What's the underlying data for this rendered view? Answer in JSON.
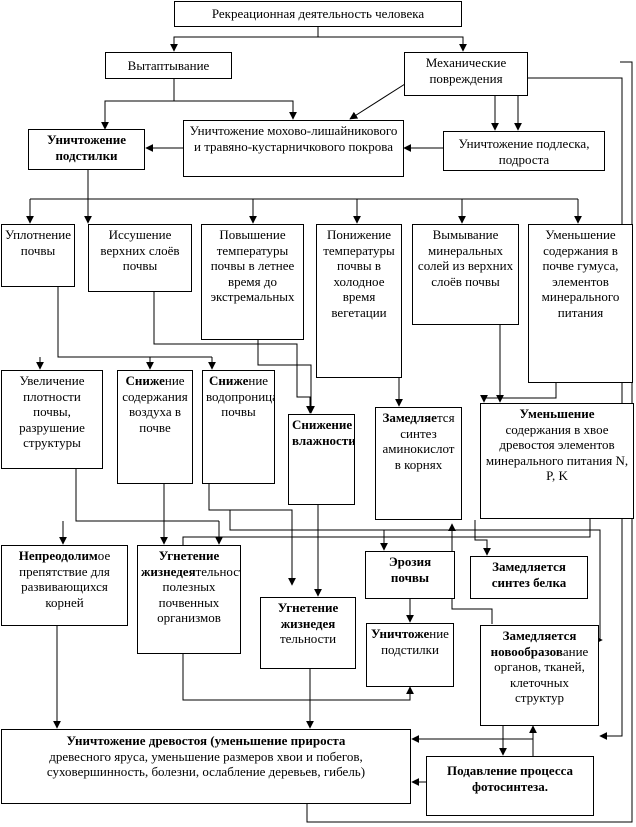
{
  "nodes": {
    "recreation": {
      "text": "Рекреационная деятельность человека"
    },
    "trampling": {
      "text": "Вытаптывание"
    },
    "mechanical": {
      "text": "Механические повреждения"
    },
    "litter_destruction": {
      "text": "Уничтожение подстилки"
    },
    "moss_destruction": {
      "text": "Уничтожение мохово-лишайникового и травяно-кустарничкового покрова"
    },
    "undergrowth_destruction": {
      "text": "Уничтожение подлеска, подроста"
    },
    "compaction": {
      "text": "Уплотнение почвы"
    },
    "drying": {
      "text": "Иссушение верхних слоёв почвы"
    },
    "temp_rise": {
      "text": "Повышение температуры почвы в летнее время до экстремальных"
    },
    "temp_drop": {
      "text": "Понижение температуры почвы в холодное время вегетации"
    },
    "leaching": {
      "text": "Вымывание минеральных солей из верхних слоёв почвы"
    },
    "humus_decrease": {
      "text": "Уменьшение содержания в почве гумуса, элементов минерального питания"
    },
    "density_increase": {
      "text": "Увеличение плотности почвы, разрушение структуры"
    },
    "air_decrease_a": {
      "text": "Сниже"
    },
    "air_decrease_b": {
      "text": "ние содержания воздуха в почве"
    },
    "permeability_a": {
      "text": "Сниже"
    },
    "permeability_b": {
      "text": "ние водопроницаемости почвы"
    },
    "moisture_decrease": {
      "text": "Снижение влажности"
    },
    "amino_slowdown_a": {
      "text": "Замедляе"
    },
    "amino_slowdown_b": {
      "text": "тся синтез аминокислот в корнях"
    },
    "needle_minerals_a": {
      "text": "Уменьшение"
    },
    "needle_minerals_b": {
      "text": "содержания в хвое древостоя элементов минерального питания N, P, K"
    },
    "obstacle_a": {
      "text": "Непреодолим"
    },
    "obstacle_b": {
      "text": "о"
    },
    "obstacle_c": {
      "text": "е препятствие для развивающихся корней"
    },
    "soil_org_a": {
      "text": "Угнетение жизнедея"
    },
    "soil_org_b": {
      "text": "тельности полезных почвенных организмов"
    },
    "erosion": {
      "text": "Эрозия почвы"
    },
    "protein_slowdown": {
      "text": "Замедляется синтез белка"
    },
    "inhibition_a": {
      "text": "Угнетение жизнедея"
    },
    "inhibition_b": {
      "text": "тельности"
    },
    "litter_destruction2_a": {
      "text": "Уничтоже"
    },
    "litter_destruction2_b": {
      "text": "ние подстилки"
    },
    "organ_formation_a": {
      "text": "Замедляется новообразов"
    },
    "organ_formation_b": {
      "text": "ание органов, тканей, клеточных структур"
    },
    "stand_destruction_a": {
      "text": "Уничтожение древостоя (уменьшение прироста"
    },
    "stand_destruction_b": {
      "text": "древесного яруса, уменьшение размеров хвои и побегов, суховершинность, болезни, ослабление деревьев, гибель)"
    },
    "photosynthesis": {
      "text": "Подавление процесса фотосинтеза."
    }
  }
}
